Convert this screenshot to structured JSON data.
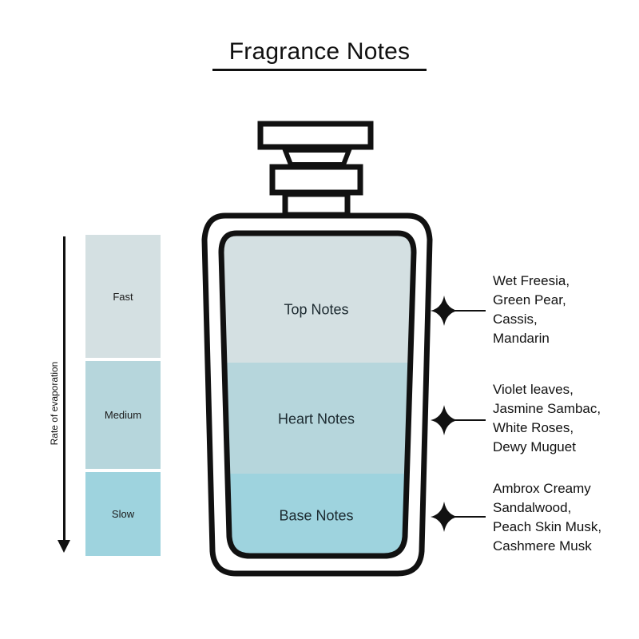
{
  "title": "Fragrance Notes",
  "axis": {
    "label": "Rate of evaporation",
    "direction": "down"
  },
  "rates": [
    {
      "label": "Fast",
      "color": "#d4e0e2"
    },
    {
      "label": "Medium",
      "color": "#b6d6dc"
    },
    {
      "label": "Slow",
      "color": "#9ed3de"
    }
  ],
  "layers": [
    {
      "label": "Top Notes",
      "color": "#d4e0e2",
      "ingredients": "Wet Freesia,\nGreen Pear,\nCassis,\nMandarin",
      "marker": "four-point-star"
    },
    {
      "label": "Heart Notes",
      "color": "#b6d6dc",
      "ingredients": "Violet leaves,\nJasmine Sambac,\nWhite Roses,\nDewy Muguet",
      "marker": "four-point-star"
    },
    {
      "label": "Base Notes",
      "color": "#9ed3de",
      "ingredients": "Ambrox Creamy\nSandalwood,\nPeach Skin Musk,\nCashmere Musk",
      "marker": "four-point-star"
    }
  ],
  "colors": {
    "outline": "#111111",
    "background": "#ffffff"
  }
}
